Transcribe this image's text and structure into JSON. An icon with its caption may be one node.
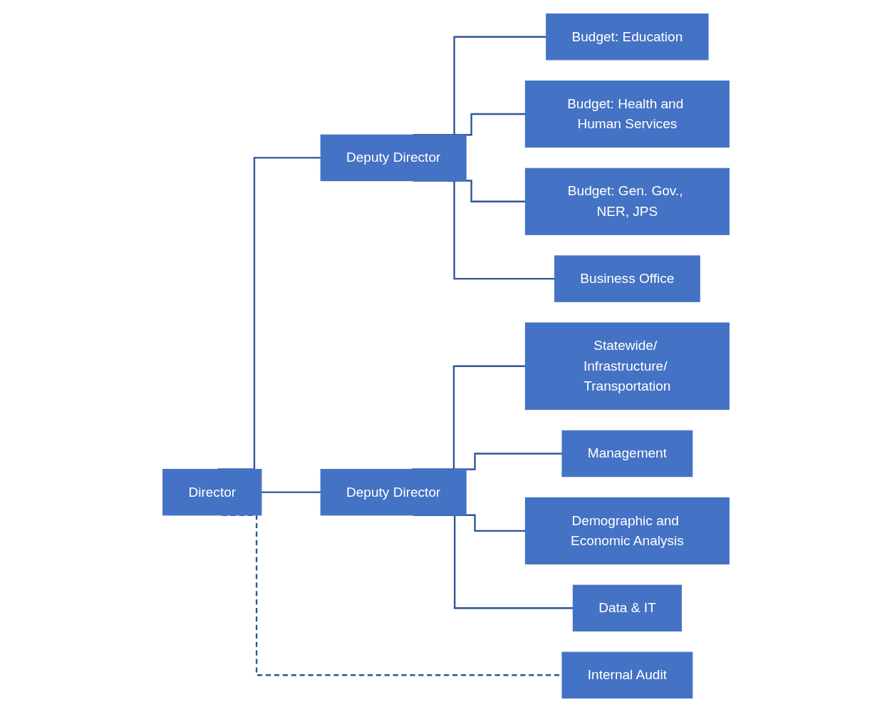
{
  "diagram": {
    "nodes": [
      {
        "text": [
          "Director"
        ]
      },
      {
        "text": [
          "Deputy Director"
        ]
      },
      {
        "text": [
          "Deputy Director"
        ]
      },
      {
        "text": [
          "Internal Audit"
        ]
      },
      {
        "text": [
          "Budget: Education"
        ]
      },
      {
        "text": [
          "Budget: Health and Human Services"
        ]
      },
      {
        "text": [
          "Budget: Gen. Gov., NER, JPS"
        ]
      },
      {
        "text": [
          "Business Office"
        ]
      },
      {
        "text": [
          "Statewide/ Infrastructure/ Transportation"
        ]
      },
      {
        "text": [
          "Management"
        ]
      },
      {
        "text": [
          "Demographic and Economic Analysis"
        ]
      },
      {
        "text": [
          "Data & IT"
        ]
      }
    ],
    "edges": [
      {
        "from": 0,
        "to": 1,
        "arrow": "none"
      },
      {
        "from": 0,
        "to": 2,
        "arrow": "none"
      },
      {
        "from": 0,
        "to": 3,
        "arrow": "none",
        "style": "dashed"
      },
      {
        "from": 1,
        "to": 4,
        "arrow": "none"
      },
      {
        "from": 1,
        "to": 5,
        "arrow": "none"
      },
      {
        "from": 1,
        "to": 6,
        "arrow": "none"
      },
      {
        "from": 1,
        "to": 7,
        "arrow": "none"
      },
      {
        "from": 2,
        "to": 8,
        "arrow": "none"
      },
      {
        "from": 2,
        "to": 9,
        "arrow": "none"
      },
      {
        "from": 2,
        "to": 10,
        "arrow": "none"
      },
      {
        "from": 2,
        "to": 11,
        "arrow": "none"
      }
    ]
  }
}
